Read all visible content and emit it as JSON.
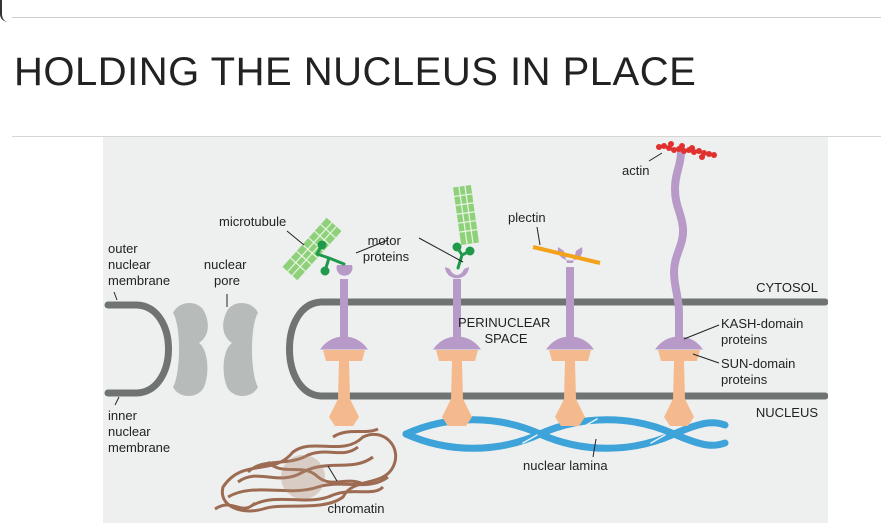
{
  "slide": {
    "title": "HOLDING THE NUCLEUS IN PLACE"
  },
  "diagram": {
    "labels": {
      "outer_nuclear_membrane": [
        "outer",
        "nuclear",
        "membrane"
      ],
      "nuclear_pore": [
        "nuclear",
        "pore"
      ],
      "microtubule": "microtubule",
      "motor_proteins": [
        "motor",
        "proteins"
      ],
      "plectin": "plectin",
      "actin": "actin",
      "cytosol": "CYTOSOL",
      "perinuclear_space": [
        "PERINUCLEAR",
        "SPACE"
      ],
      "kash_domain": [
        "KASH-domain",
        "proteins"
      ],
      "sun_domain": [
        "SUN-domain",
        "proteins"
      ],
      "nucleus": "NUCLEUS",
      "inner_nuclear_membrane": [
        "inner",
        "nuclear",
        "membrane"
      ],
      "nuclear_lamina": "nuclear lamina",
      "chromatin": "chromatin"
    },
    "colors": {
      "panel_bg": "#eef0f0",
      "membrane": "#6f7472",
      "pore": "#b7bcbb",
      "kash": "#b79ac8",
      "sun": "#f4b98d",
      "lamina": "#3da3d9",
      "chromatin": "#9c6b52",
      "microtubule": "#8fd07a",
      "actin": "#e0312f",
      "plectin": "#f2a31b"
    }
  }
}
